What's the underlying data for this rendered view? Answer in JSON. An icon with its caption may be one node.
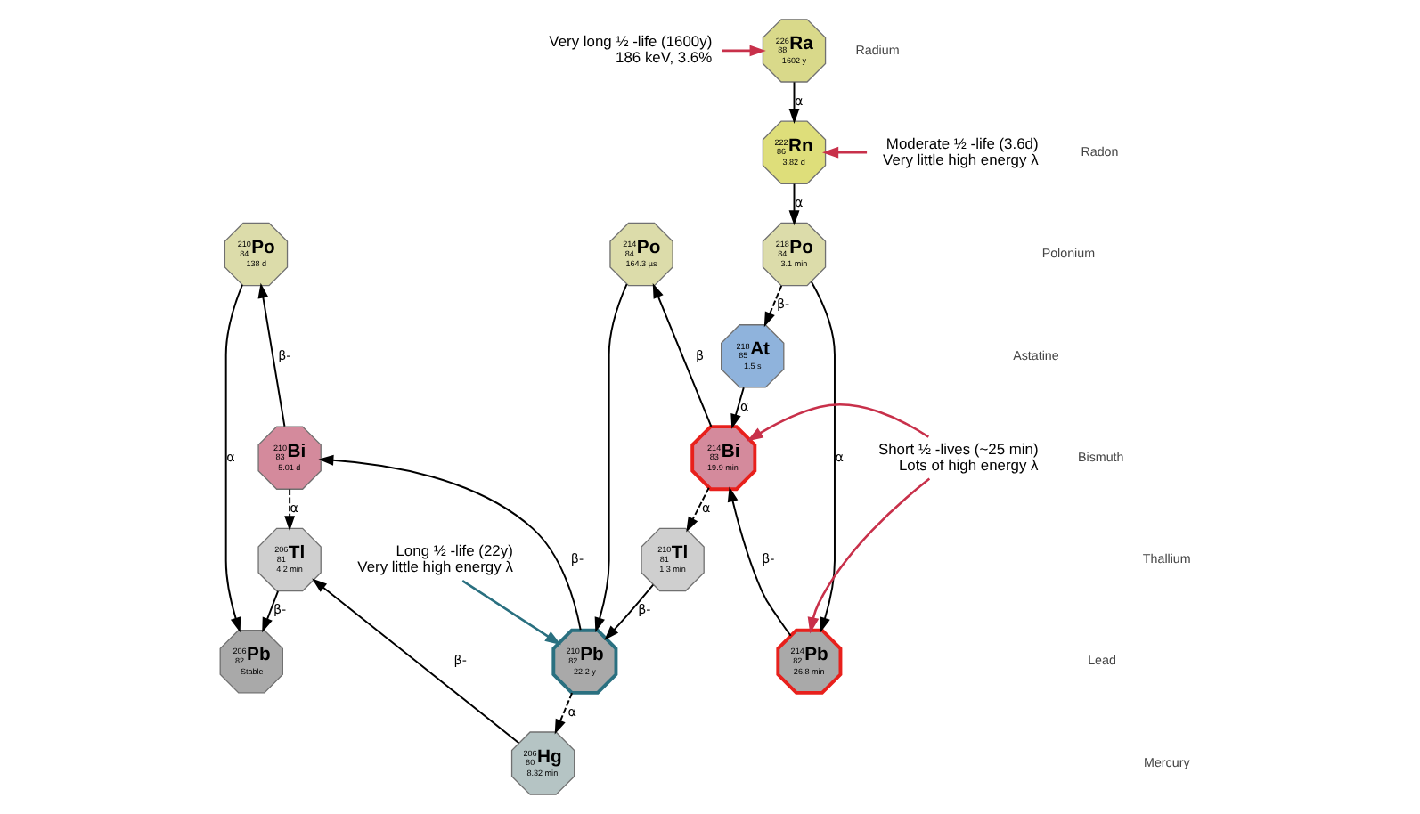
{
  "diagram": {
    "nodes": [
      {
        "text": [
          "Very long ½ -life (1600y)",
          "186 keV, 3.6%"
        ]
      },
      {
        "text": [
          "226",
          "88",
          "Ra",
          "1602 y"
        ]
      },
      {
        "text": [
          "Moderate ½ -life (3.6d)",
          "Very little high energy λ"
        ]
      },
      {
        "text": [
          "222",
          "86",
          "Rn",
          "3.82 d"
        ]
      },
      {
        "text": [
          "218",
          "85",
          "At",
          "1.5 s"
        ]
      },
      {
        "text": [
          "218",
          "84",
          "Po",
          "3.1 min"
        ]
      },
      {
        "text": [
          "214",
          "84",
          "Po",
          "164.3 µs"
        ]
      },
      {
        "text": [
          "210",
          "84",
          "Po",
          "138 d"
        ]
      },
      {
        "text": [
          "Short ½ -lives (~25 min)",
          "Lots of high energy λ"
        ]
      },
      {
        "text": [
          "214",
          "83",
          "Bi",
          "19.9 min"
        ]
      },
      {
        "text": [
          "210",
          "83",
          "Bi",
          "5.01 d"
        ]
      },
      {
        "text": [
          "214",
          "82",
          "Pb",
          "26.8 min"
        ]
      },
      {
        "text": [
          "210",
          "82",
          "Pb",
          "22.2 y"
        ]
      },
      {
        "text": [
          "206",
          "82",
          "Pb",
          "Stable"
        ]
      },
      {
        "text": [
          "Long ½ -life (22y)",
          "Very little high energy λ"
        ]
      },
      {
        "text": [
          "210",
          "81",
          "Tl",
          "1.3 min"
        ]
      },
      {
        "text": [
          "206",
          "81",
          "Tl",
          "4.2 min"
        ]
      },
      {
        "text": [
          "206",
          "80",
          "Hg",
          "8.32 min"
        ]
      }
    ],
    "edges": [
      {
        "from": 0,
        "to": 1,
        "arrow": "to",
        "color": "#c8304a"
      },
      {
        "from": 2,
        "to": 3,
        "arrow": "to",
        "color": "#c8304a"
      },
      {
        "from": 8,
        "to": 9,
        "arrow": "to",
        "color": "#c8304a"
      },
      {
        "from": 8,
        "to": 11,
        "arrow": "to",
        "color": "#c8304a"
      },
      {
        "from": 14,
        "to": 12,
        "arrow": "to",
        "color": "#2a7080"
      },
      {
        "from": 1,
        "to": 3,
        "arrow": "to",
        "label": "α"
      },
      {
        "from": 3,
        "to": 5,
        "arrow": "to",
        "label": "α"
      },
      {
        "from": 5,
        "to": 4,
        "arrow": "to",
        "label": "β-",
        "style": "dashed"
      },
      {
        "from": 5,
        "to": 11,
        "arrow": "to",
        "label": "α"
      },
      {
        "from": 4,
        "to": 9,
        "arrow": "to",
        "label": "α"
      },
      {
        "from": 11,
        "to": 9,
        "arrow": "to",
        "label": "β-"
      },
      {
        "from": 9,
        "to": 6,
        "arrow": "to",
        "label": "β"
      },
      {
        "from": 9,
        "to": 15,
        "arrow": "to",
        "label": "α",
        "style": "dashed"
      },
      {
        "from": 6,
        "to": 12,
        "arrow": "to"
      },
      {
        "from": 15,
        "to": 12,
        "arrow": "to",
        "label": "β-"
      },
      {
        "from": 12,
        "to": 10,
        "arrow": "to",
        "label": "β-"
      },
      {
        "from": 12,
        "to": 17,
        "arrow": "to",
        "label": "α",
        "style": "dashed"
      },
      {
        "from": 10,
        "to": 7,
        "arrow": "to",
        "label": "β-"
      },
      {
        "from": 10,
        "to": 16,
        "arrow": "to",
        "label": "α",
        "style": "dashed"
      },
      {
        "from": 17,
        "to": 16,
        "arrow": "to",
        "label": "β-"
      },
      {
        "from": 7,
        "to": 13,
        "arrow": "to",
        "label": "α"
      },
      {
        "from": 16,
        "to": 13,
        "arrow": "to",
        "label": "β-"
      }
    ],
    "labels": [
      "Radium",
      "Radon",
      "Astatine",
      "Polonium",
      "Bismuth",
      "Lead",
      "Thallium",
      "Mercury"
    ]
  }
}
